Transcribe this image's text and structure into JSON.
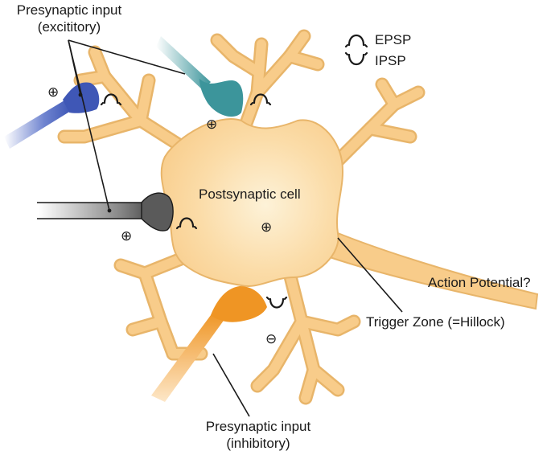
{
  "labels": {
    "presyn_exc_line1": "Presynaptic input",
    "presyn_exc_line2": "(excititory)",
    "postsynaptic_cell": "Postsynaptic cell",
    "action_potential": "Action Potential?",
    "trigger_zone": "Trigger Zone (=Hillock)",
    "presyn_inh_line1": "Presynaptic input",
    "presyn_inh_line2": "(inhibitory)"
  },
  "legend": {
    "epsp": "EPSP",
    "ipsp": "IPSP"
  },
  "symbols": {
    "plus": "⊕",
    "minus": "⊖"
  },
  "colors": {
    "cell_fill": "#f8cc8a",
    "cell_center": "#fdf1d6",
    "terminal_blue": "#3f57b6",
    "terminal_teal": "#3c959b",
    "terminal_gray": "#5a5a5a",
    "terminal_orange": "#ef9524",
    "line": "#1a1a1a"
  }
}
